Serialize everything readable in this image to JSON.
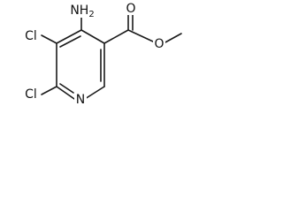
{
  "atoms": {
    "amino": "NH",
    "amino_subscript": "2",
    "cl_upper": "Cl",
    "cl_lower": "Cl",
    "ring_n": "N",
    "carbonyl_o": "O",
    "ester_o": "O"
  }
}
